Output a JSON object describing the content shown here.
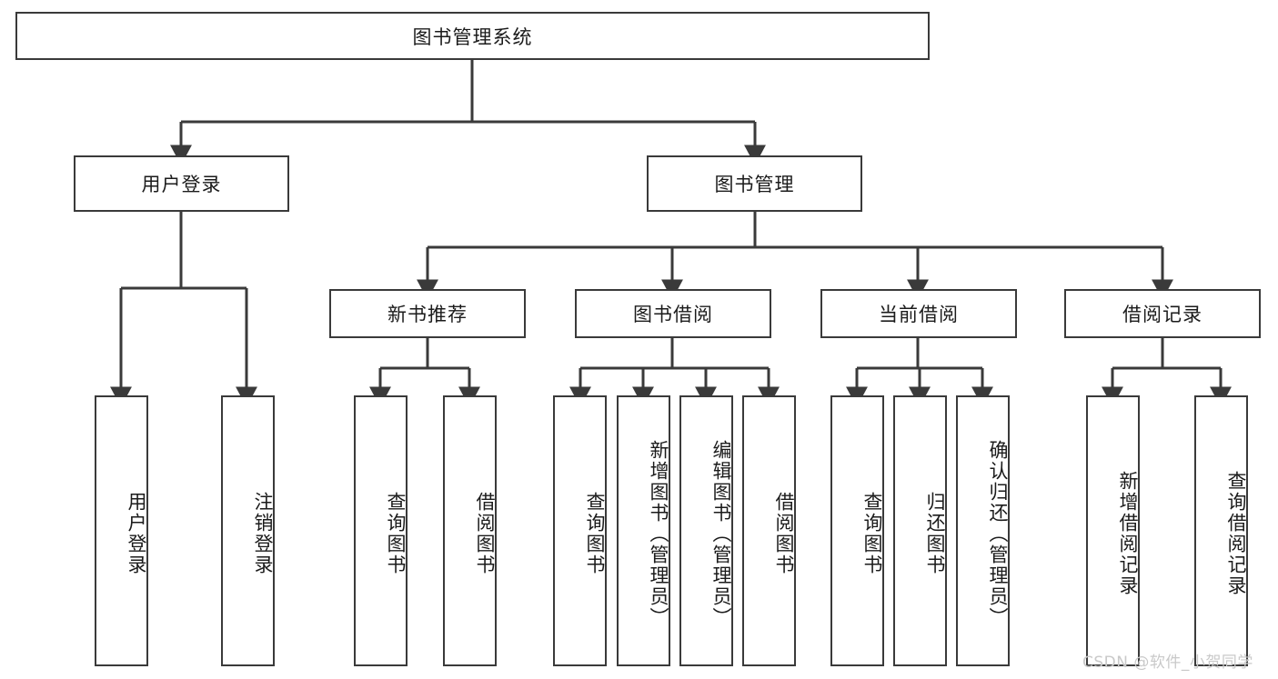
{
  "diagram": {
    "title": "图书管理系统",
    "type": "tree-hierarchy-diagram",
    "watermark": "CSDN @软件_小贺同学",
    "colors": {
      "box_border": "#3a3a3a",
      "box_fill": "#ffffff",
      "connector": "#3a3a3a",
      "text": "#1b1b1b",
      "watermark": "#c9c9c9",
      "background": "#ffffff"
    }
  },
  "nodes": {
    "root": {
      "label": "图书管理系统"
    },
    "level2": [
      {
        "label": "用户登录"
      },
      {
        "label": "图书管理"
      }
    ],
    "level3": [
      {
        "label": "新书推荐"
      },
      {
        "label": "图书借阅"
      },
      {
        "label": "当前借阅"
      },
      {
        "label": "借阅记录"
      }
    ],
    "leaves": {
      "user_login": [
        {
          "label": "用户登录"
        },
        {
          "label": "注销登录"
        }
      ],
      "new_book_recommend": [
        {
          "label": "查询图书"
        },
        {
          "label": "借阅图书"
        }
      ],
      "book_borrow": [
        {
          "label": "查询图书"
        },
        {
          "label": "新增图书（管理员）"
        },
        {
          "label": "编辑图书（管理员）"
        },
        {
          "label": "借阅图书"
        }
      ],
      "current_borrow": [
        {
          "label": "查询图书"
        },
        {
          "label": "归还图书"
        },
        {
          "label": "确认归还（管理员）"
        }
      ],
      "borrow_record": [
        {
          "label": "新增借阅记录"
        },
        {
          "label": "查询借阅记录"
        }
      ]
    }
  }
}
